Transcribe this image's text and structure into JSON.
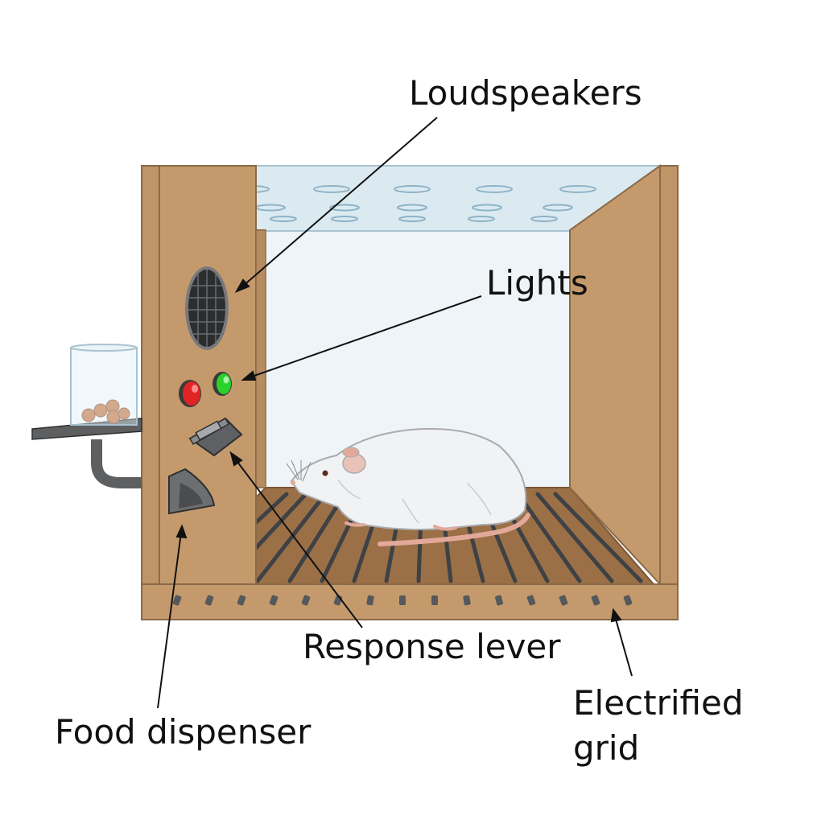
{
  "labels": {
    "loudspeakers": "Loudspeakers",
    "lights": "Lights",
    "response_lever": "Response lever",
    "food_dispenser": "Food dispenser",
    "electrified_grid_line1": "Electrified",
    "electrified_grid_line2": "grid"
  },
  "colors": {
    "wood": "#c49a6c",
    "wood_dark": "#8a6a48",
    "floor": "#9b7046",
    "rod": "#3e4145",
    "glass": "#dfeef4",
    "back_wall": "#edf3f6",
    "red_light": "#e02424",
    "green_light": "#2bd12b",
    "metal": "#6d6e70",
    "pellet": "#c96f3a",
    "rat_body": "#f1f2f3",
    "rat_pink": "#e2a99a"
  }
}
